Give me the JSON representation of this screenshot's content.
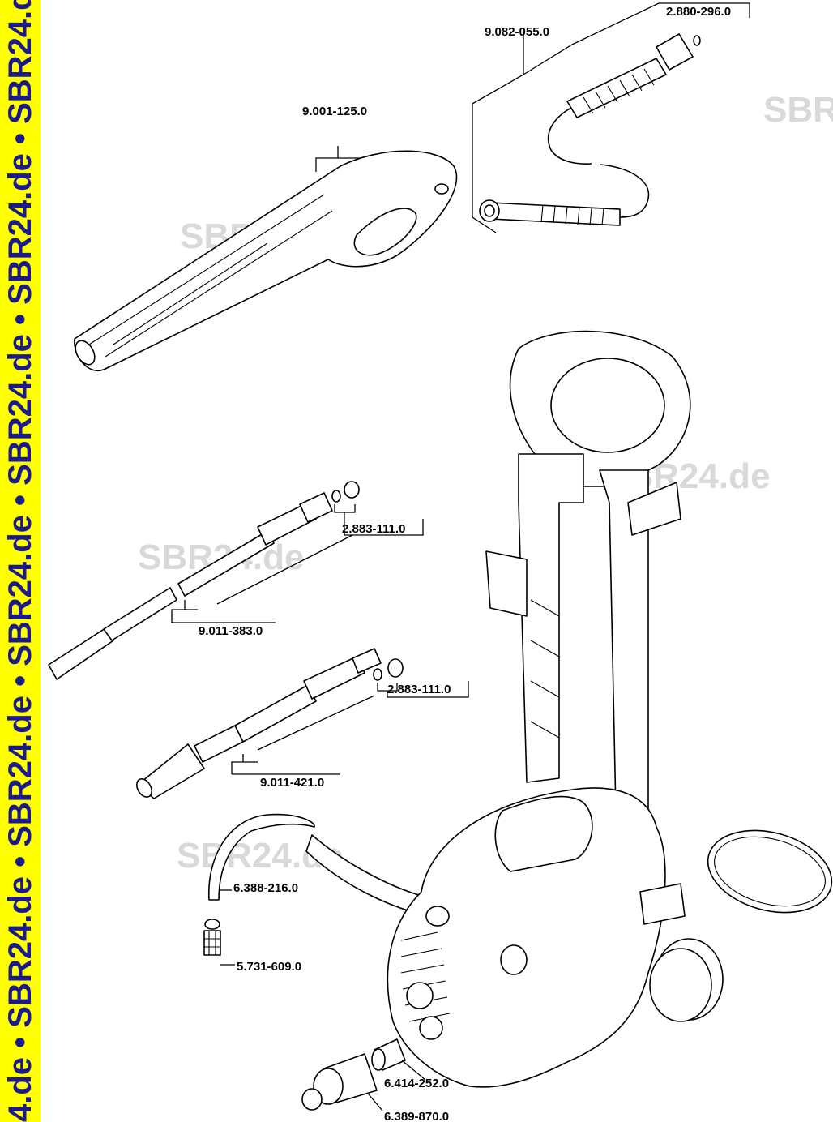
{
  "sidebar": {
    "watermark_text": "4.de • SBR24.de • SBR24.de • SBR24.de • SBR24.de • SBR24.de • SBR24.de • SBR24.de • SBF",
    "background": "#ffff00",
    "text_color": "#1a1a8c"
  },
  "watermarks": [
    "SBR24.de",
    "SBR24.de",
    "SBR24.de",
    "SBR24.de",
    "SBR24.de"
  ],
  "watermark_color": "#d9d9d9",
  "parts": [
    {
      "id": "p1",
      "number": "2.880-296.0"
    },
    {
      "id": "p2",
      "number": "9.082-055.0"
    },
    {
      "id": "p3",
      "number": "9.001-125.0"
    },
    {
      "id": "p4",
      "number": "2.883-111.0"
    },
    {
      "id": "p5",
      "number": "9.011-383.0"
    },
    {
      "id": "p6",
      "number": "2.883-111.0"
    },
    {
      "id": "p7",
      "number": "9.011-421.0"
    },
    {
      "id": "p8",
      "number": "6.388-216.0"
    },
    {
      "id": "p9",
      "number": "5.731-609.0"
    },
    {
      "id": "p10",
      "number": "6.414-252.0"
    },
    {
      "id": "p11",
      "number": "6.389-870.0"
    }
  ]
}
